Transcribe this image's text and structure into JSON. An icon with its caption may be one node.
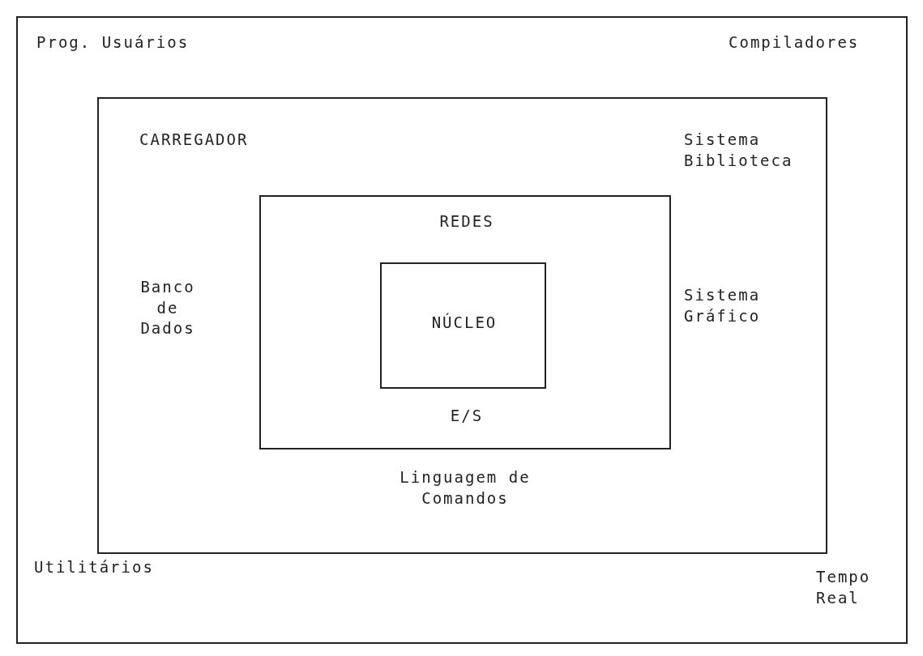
{
  "diagram": {
    "nodes": [
      {
        "text": [
          "Prog. Usuários",
          "Compiladores",
          "Utilitários",
          "Tempo Real"
        ]
      },
      {
        "text": [
          "CARREGADOR",
          "Sistema Biblioteca",
          "Banco de Dados",
          "Sistema Gráfico",
          "Linguagem de Comandos"
        ],
        "in": 0
      },
      {
        "text": [
          "REDES",
          "E/S"
        ],
        "in": 1
      },
      {
        "text": [
          "NÚCLEO"
        ],
        "in": 2
      }
    ],
    "edges": []
  }
}
